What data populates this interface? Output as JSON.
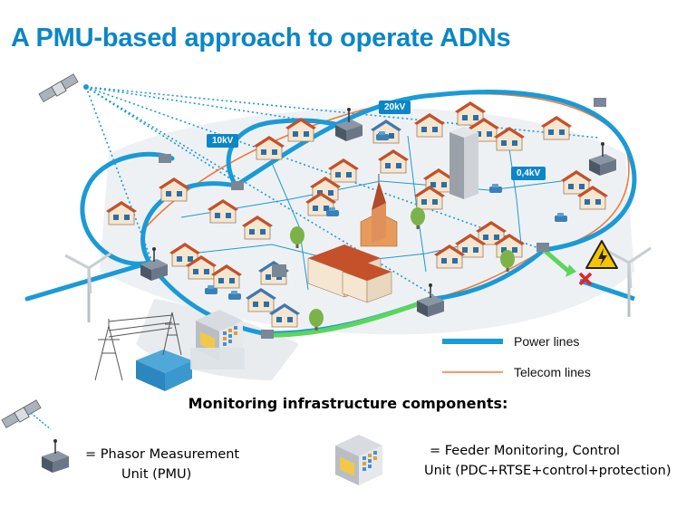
{
  "title": "A PMU-based approach to operate ADNs",
  "voltage_labels": {
    "kv10": "10kV",
    "kv20": "20kV",
    "kv04": "0,4kV"
  },
  "legend": {
    "power_lines": "Power lines",
    "telecom_lines": "Telecom lines"
  },
  "components": {
    "title": "Monitoring infrastructure components:",
    "pmu_line1": "=  Phasor Measurement",
    "pmu_line2": "Unit (PMU)",
    "feeder_line1": "=  Feeder Monitoring, Control",
    "feeder_line2": "Unit (PDC+RTSE+control+protection)"
  },
  "colors": {
    "title": "#0b86c6",
    "power_line": "#1a9ad6",
    "telecom_line": "#f07a3a",
    "fault_line": "#5bd65b",
    "fault_mark": "#e8202a",
    "warning": "#f5c400"
  }
}
